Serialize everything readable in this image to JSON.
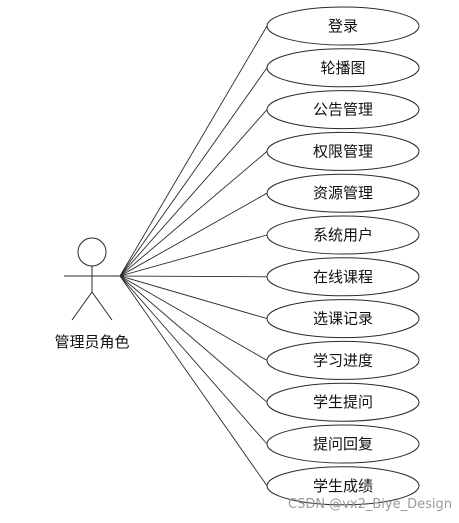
{
  "diagram": {
    "actor": {
      "label": "管理员角色"
    },
    "use_cases": [
      {
        "label": "登录"
      },
      {
        "label": "轮播图"
      },
      {
        "label": "公告管理"
      },
      {
        "label": "权限管理"
      },
      {
        "label": "资源管理"
      },
      {
        "label": "系统用户"
      },
      {
        "label": "在线课程"
      },
      {
        "label": "选课记录"
      },
      {
        "label": "学习进度"
      },
      {
        "label": "学生提问"
      },
      {
        "label": "提问回复"
      },
      {
        "label": "学生成绩"
      }
    ]
  },
  "watermark": {
    "text": "CSDN @vx2_Biye_Design"
  }
}
